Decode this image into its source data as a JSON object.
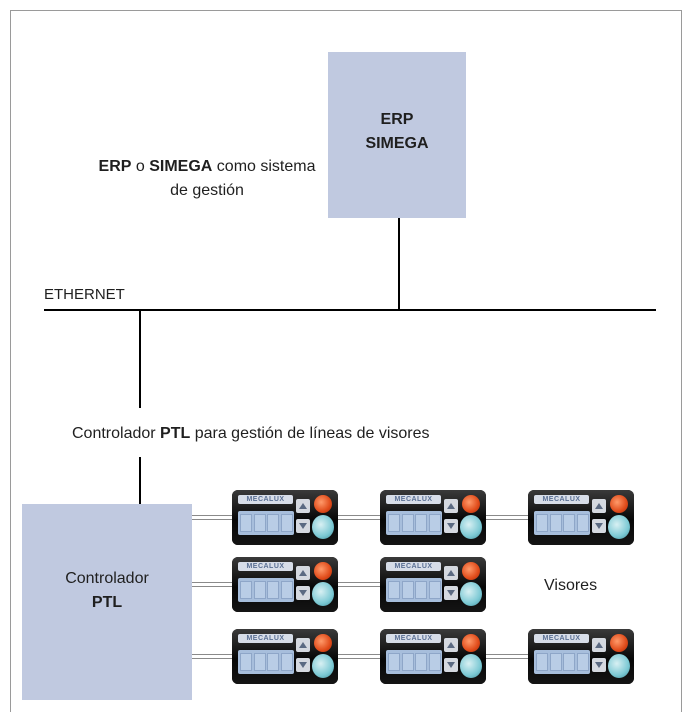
{
  "erp_box": {
    "line1": "ERP",
    "line2": "SIMEGA"
  },
  "erp_note": {
    "part1": "ERP",
    "part2": " o ",
    "part3": "SIMEGA",
    "part4": " como sistema de gestión"
  },
  "ethernet_label": "ETHERNET",
  "ptl_note": {
    "part1": "Controlador ",
    "part2": "PTL",
    "part3": " para gestión de líneas de visores"
  },
  "ptl_box": {
    "line1": "Controlador",
    "line2": "PTL"
  },
  "visores_label": "Visores",
  "visor_logo": "MECALUX",
  "colors": {
    "box_fill": "#c0c9e0",
    "line": "#000000",
    "frame": "#9a9a9a"
  },
  "rows": [
    {
      "visors": 3
    },
    {
      "visors": 2
    },
    {
      "visors": 3
    }
  ]
}
